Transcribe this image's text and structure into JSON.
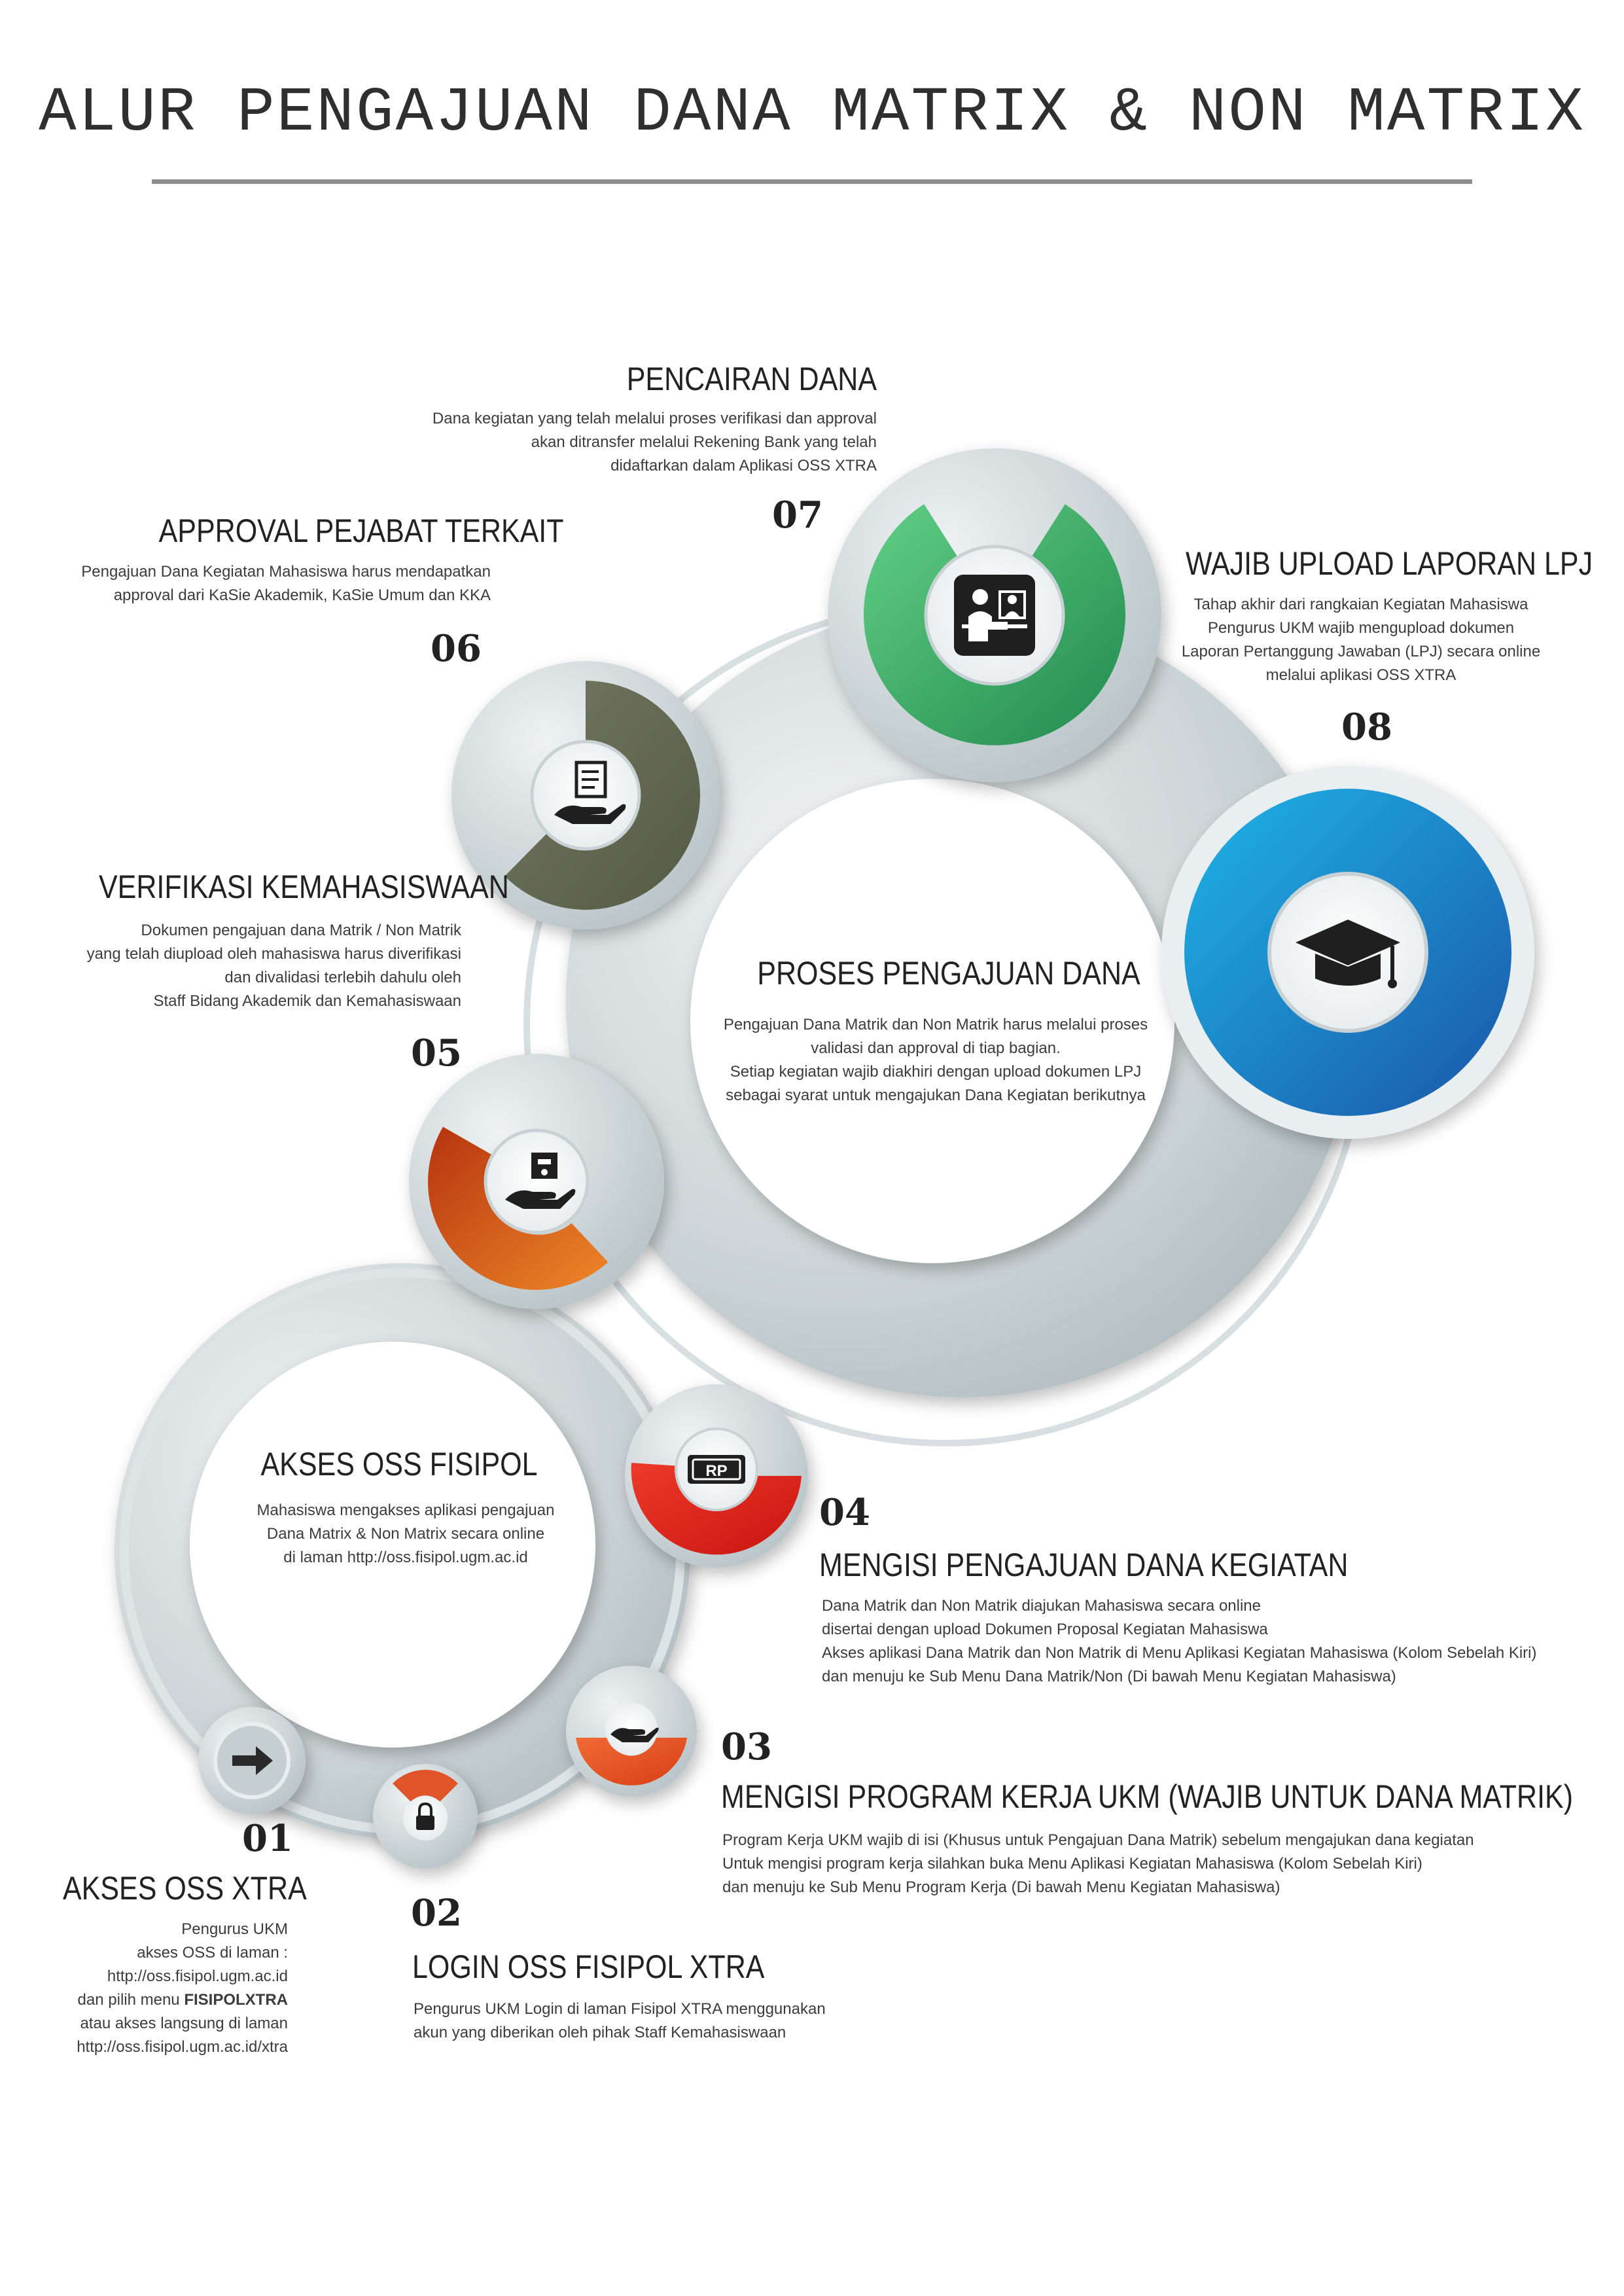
{
  "title": "ALUR PENGAJUAN DANA MATRIX & NON MATRIX",
  "center_large": {
    "heading": "PROSES PENGAJUAN DANA",
    "desc": "Pengajuan Dana Matrik dan Non Matrik harus melalui proses\nvalidasi dan approval di tiap bagian.\nSetiap kegiatan wajib diakhiri dengan upload dokumen LPJ\nsebagai syarat untuk mengajukan Dana Kegiatan berikutnya"
  },
  "center_small": {
    "heading": "AKSES OSS FISIPOL",
    "desc": "Mahasiswa mengakses aplikasi pengajuan\nDana Matrix & Non Matrix secara online\ndi laman http://oss.fisipol.ugm.ac.id"
  },
  "steps": [
    {
      "num": "01",
      "heading": "AKSES OSS XTRA",
      "desc_pre": "Pengurus UKM\nakses OSS di laman :\nhttp://oss.fisipol.ugm.ac.id\ndan pilih menu ",
      "desc_bold": "FISIPOLXTRA",
      "desc_post": "\natau akses langsung di laman\nhttp://oss.fisipol.ugm.ac.id/xtra",
      "icon": "arrow-right-icon"
    },
    {
      "num": "02",
      "heading": "LOGIN OSS FISIPOL XTRA",
      "desc": "Pengurus UKM Login di laman Fisipol XTRA menggunakan\nakun yang diberikan oleh pihak Staff Kemahasiswaan",
      "icon": "padlock-icon"
    },
    {
      "num": "03",
      "heading": "MENGISI PROGRAM KERJA UKM (WAJIB UNTUK DANA MATRIK)",
      "desc": "Program Kerja UKM wajib di isi (Khusus untuk Pengajuan Dana Matrik) sebelum mengajukan dana kegiatan\nUntuk mengisi program kerja silahkan buka Menu Aplikasi Kegiatan Mahasiswa (Kolom Sebelah Kiri)\ndan menuju ke Sub Menu Program Kerja (Di bawah Menu Kegiatan Mahasiswa)",
      "icon": "hand-icon"
    },
    {
      "num": "04",
      "heading": "MENGISI PENGAJUAN DANA KEGIATAN",
      "desc": "Dana Matrik dan Non Matrik diajukan Mahasiswa secara online\ndisertai dengan upload Dokumen Proposal Kegiatan Mahasiswa\nAkses aplikasi Dana Matrik dan Non Matrik di Menu Aplikasi Kegiatan Mahasiswa (Kolom Sebelah Kiri)\ndan menuju ke Sub Menu Dana Matrik/Non (Di bawah Menu Kegiatan Mahasiswa)",
      "icon": "money-icon",
      "icon_text": "RP"
    },
    {
      "num": "05",
      "heading": "VERIFIKASI KEMAHASISWAAN",
      "desc": "Dokumen pengajuan dana Matrik / Non Matrik\nyang telah diupload oleh mahasiswa harus diverifikasi\ndan divalidasi terlebih dahulu oleh\nStaff Bidang Akademik dan Kemahasiswaan",
      "icon": "hand-lock-icon"
    },
    {
      "num": "06",
      "heading": "APPROVAL PEJABAT TERKAIT",
      "desc": "Pengajuan Dana Kegiatan Mahasiswa harus mendapatkan\napproval dari KaSie Akademik, KaSie Umum dan KKA",
      "icon": "hand-document-icon"
    },
    {
      "num": "07",
      "heading": "PENCAIRAN DANA",
      "desc": "Dana kegiatan yang telah melalui proses verifikasi dan approval\nakan ditransfer melalui Rekening Bank yang telah\ndidaftarkan dalam Aplikasi OSS XTRA",
      "icon": "bank-teller-icon"
    },
    {
      "num": "08",
      "heading": "WAJIB UPLOAD LAPORAN LPJ",
      "desc": "Tahap akhir dari rangkaian Kegiatan Mahasiswa\nPengurus UKM wajib mengupload dokumen\nLaporan Pertanggung Jawaban (LPJ) secara online\nmelalui aplikasi OSS XTRA",
      "icon": "graduation-cap-icon"
    }
  ],
  "colors": {
    "step01": "#9aa6aa",
    "step02": "#e0542a",
    "step03": "#e65428",
    "step04": "#e4261e",
    "step05": "#d45a1c",
    "step06": "#5f6450",
    "step07": "#3aa461",
    "step08": "#1f88c8",
    "ring": "#cfd7da"
  }
}
